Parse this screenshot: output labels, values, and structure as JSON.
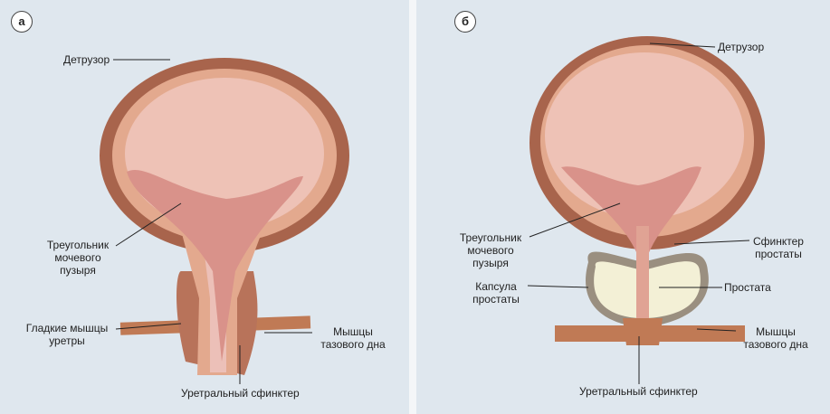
{
  "panel_a": {
    "badge": "а",
    "detrusor": "Детрузор",
    "trigone_l1": "Треугольник",
    "trigone_l2": "мочевого",
    "trigone_l3": "пузыря",
    "smooth_l1": "Гладкие мышцы",
    "smooth_l2": "уретры",
    "pelvic_l1": "Мышцы",
    "pelvic_l2": "тазового дна",
    "sphincter": "Уретральный сфинктер"
  },
  "panel_b": {
    "badge": "б",
    "detrusor": "Детрузор",
    "trigone_l1": "Треугольник",
    "trigone_l2": "мочевого",
    "trigone_l3": "пузыря",
    "prost_sph_l1": "Сфинктер",
    "prost_sph_l2": "простаты",
    "capsule_l1": "Капсула",
    "capsule_l2": "простаты",
    "prostate": "Простата",
    "pelvic_l1": "Мышцы",
    "pelvic_l2": "тазового дна",
    "sphincter": "Уретральный сфинктер"
  },
  "colors": {
    "wall": "#b8735a",
    "inner": "#e8b49e",
    "lumen": "#ecc0b8",
    "trigone": "#d9928a",
    "prostate": "#f3f0d6",
    "capsule": "#9a8f80",
    "muscle": "#c07a55",
    "bg": "#dfe7ee"
  }
}
